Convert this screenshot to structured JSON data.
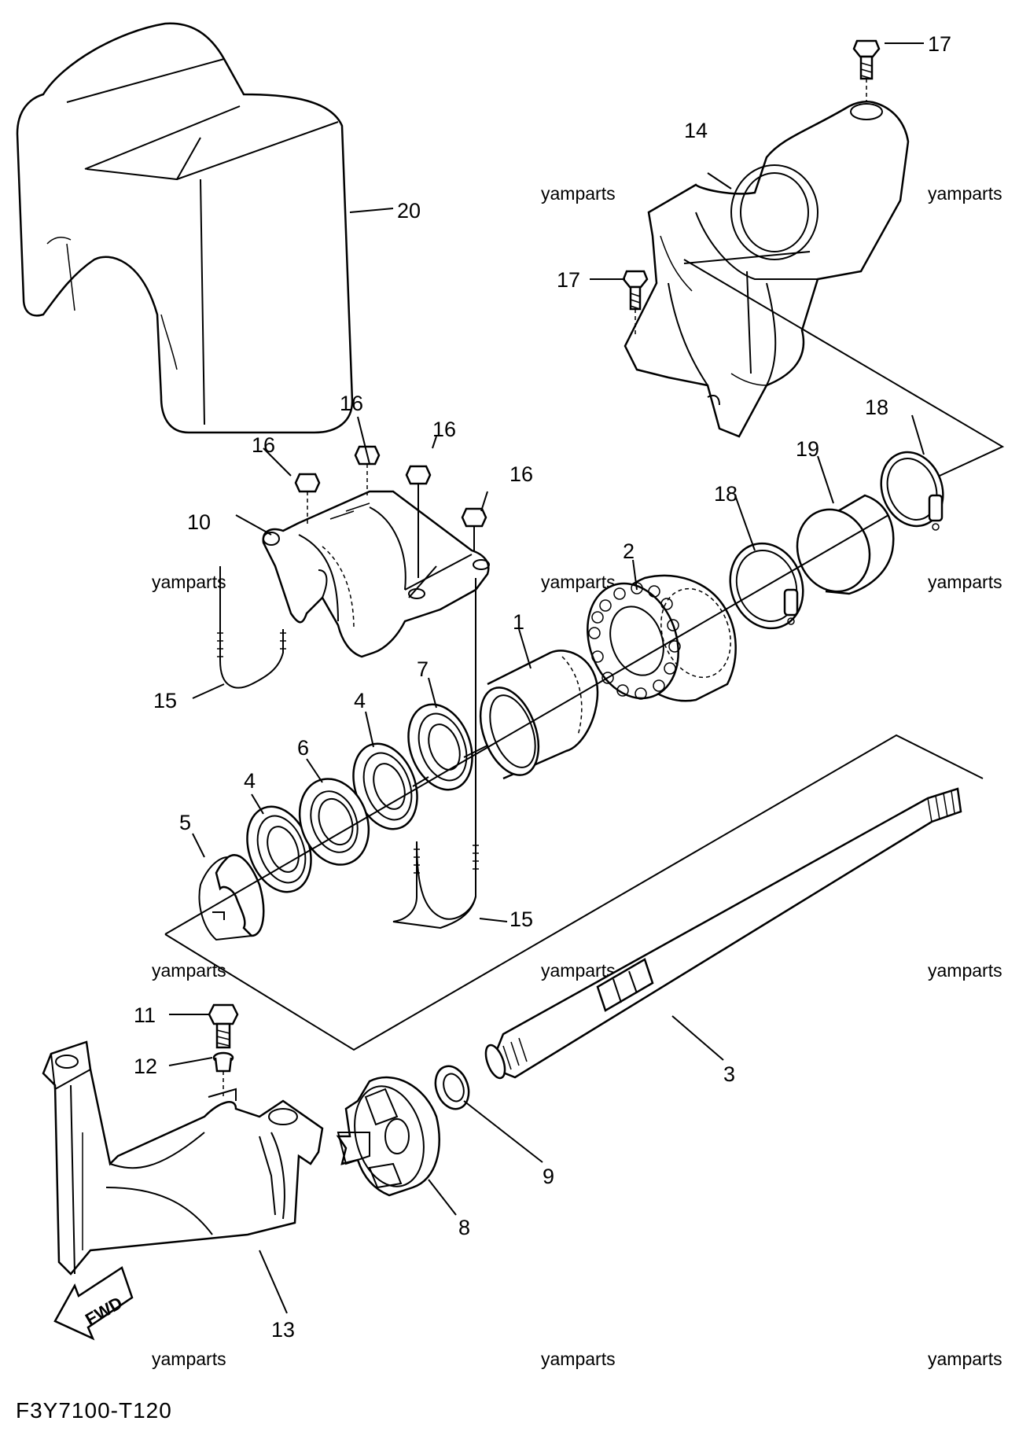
{
  "diagram": {
    "code": "F3Y7100-T120",
    "watermark": "yamparts",
    "fwd_label": "FWD",
    "callouts": [
      "1",
      "2",
      "3",
      "4",
      "4",
      "5",
      "6",
      "7",
      "8",
      "9",
      "10",
      "11",
      "12",
      "13",
      "14",
      "15",
      "15",
      "16",
      "16",
      "16",
      "16",
      "17",
      "17",
      "18",
      "18",
      "19",
      "20"
    ]
  }
}
